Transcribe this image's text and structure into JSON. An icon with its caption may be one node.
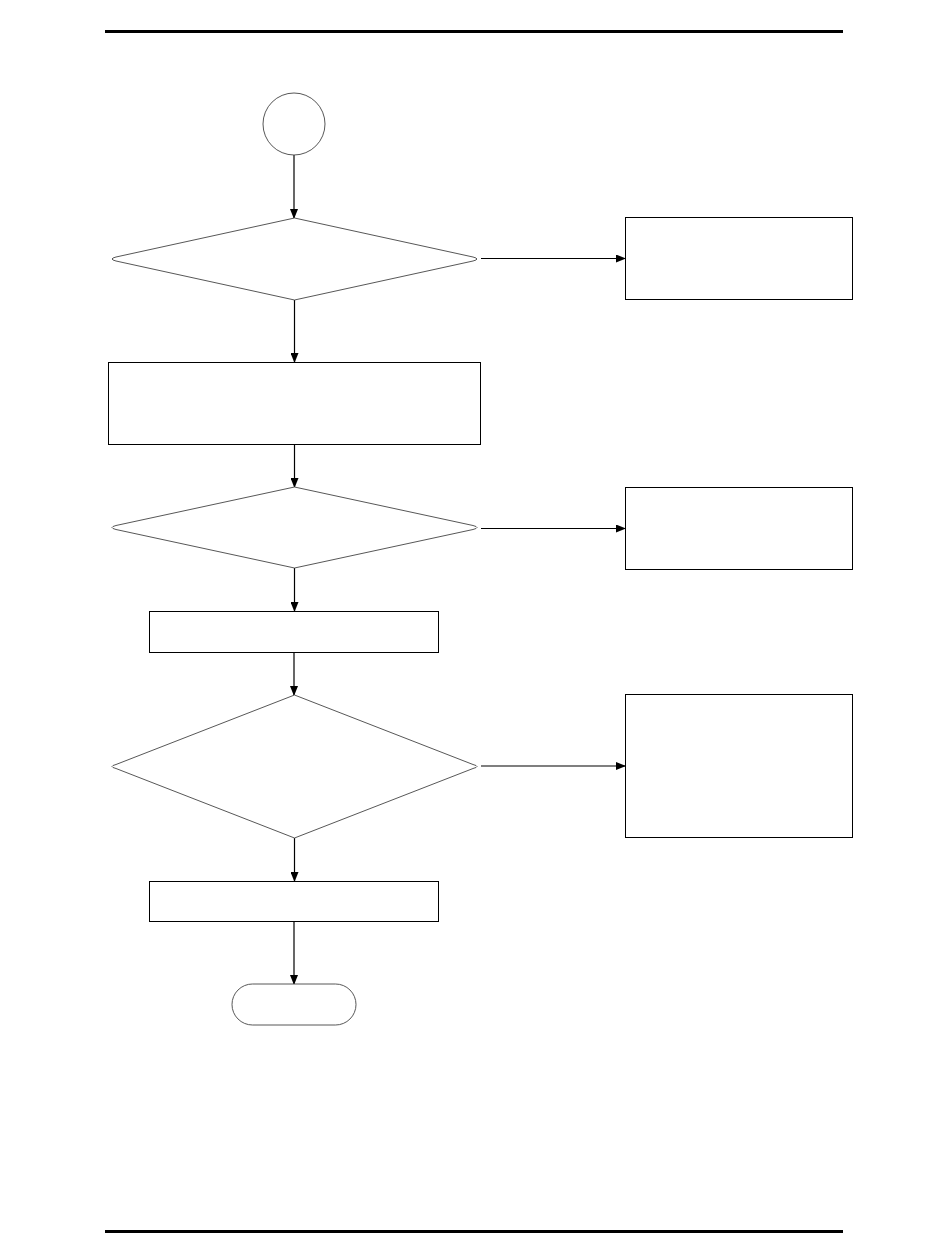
{
  "diagram": {
    "nodes": [
      {
        "text": [],
        "shape": "circle"
      },
      {
        "text": [],
        "shape": "diamond"
      },
      {
        "text": [],
        "shape": "box"
      },
      {
        "text": [],
        "shape": "box"
      },
      {
        "text": [],
        "shape": "diamond"
      },
      {
        "text": [],
        "shape": "box"
      },
      {
        "text": [],
        "shape": "box"
      },
      {
        "text": [],
        "shape": "diamond"
      },
      {
        "text": [],
        "shape": "box"
      },
      {
        "text": [],
        "shape": "box"
      },
      {
        "text": [],
        "shape": "pill"
      }
    ],
    "edges": [
      {
        "from": 0,
        "to": 1,
        "arrow": "to"
      },
      {
        "from": 1,
        "to": 2,
        "arrow": "to"
      },
      {
        "from": 1,
        "to": 3,
        "arrow": "to"
      },
      {
        "from": 3,
        "to": 4,
        "arrow": "to"
      },
      {
        "from": 4,
        "to": 5,
        "arrow": "to"
      },
      {
        "from": 4,
        "to": 6,
        "arrow": "to"
      },
      {
        "from": 6,
        "to": 7,
        "arrow": "to"
      },
      {
        "from": 7,
        "to": 8,
        "arrow": "to"
      },
      {
        "from": 7,
        "to": 9,
        "arrow": "to"
      },
      {
        "from": 9,
        "to": 10,
        "arrow": "to"
      }
    ]
  }
}
